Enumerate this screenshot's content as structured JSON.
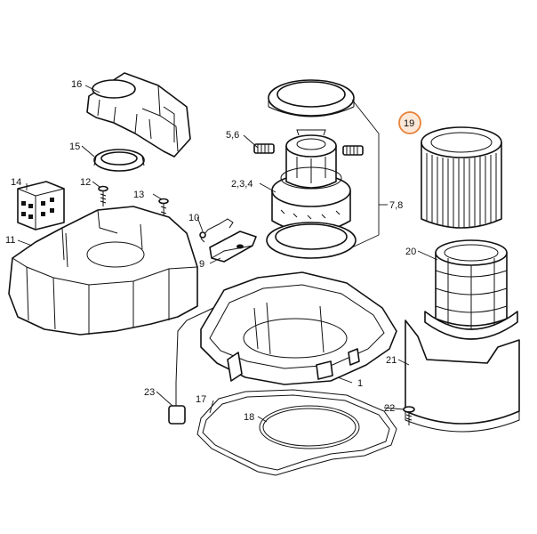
{
  "diagram": {
    "callouts": [
      {
        "id": "16",
        "text": "16"
      },
      {
        "id": "15",
        "text": "15"
      },
      {
        "id": "5_6",
        "text": "5,6"
      },
      {
        "id": "19",
        "text": "19",
        "highlighted": true
      },
      {
        "id": "14",
        "text": "14"
      },
      {
        "id": "12",
        "text": "12"
      },
      {
        "id": "13",
        "text": "13"
      },
      {
        "id": "2_3_4",
        "text": "2,3,4"
      },
      {
        "id": "7_8",
        "text": "7,8"
      },
      {
        "id": "11",
        "text": "11"
      },
      {
        "id": "10",
        "text": "10"
      },
      {
        "id": "20",
        "text": "20"
      },
      {
        "id": "9",
        "text": "9"
      },
      {
        "id": "21",
        "text": "21"
      },
      {
        "id": "1",
        "text": "1"
      },
      {
        "id": "23",
        "text": "23"
      },
      {
        "id": "17",
        "text": "17"
      },
      {
        "id": "22",
        "text": "22"
      },
      {
        "id": "18",
        "text": "18"
      }
    ],
    "highlight_color": "#e8823a",
    "highlight_fill": "#fde8d7"
  }
}
